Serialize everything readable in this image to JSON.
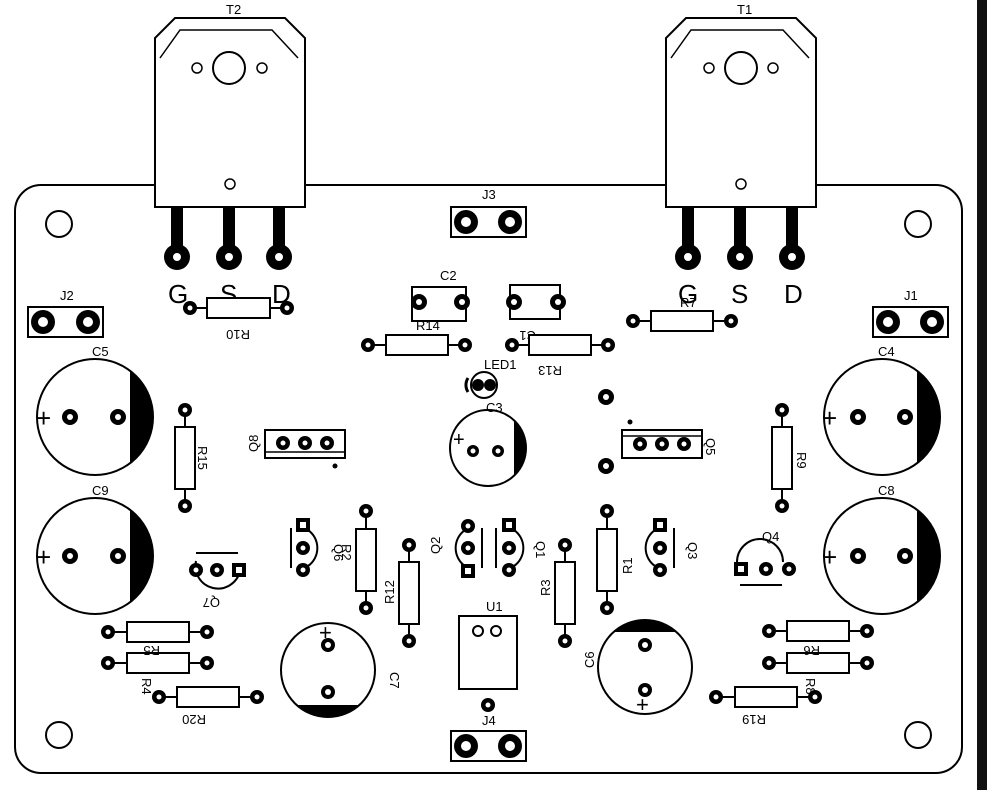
{
  "labels": {
    "T2": "T2",
    "T1": "T1",
    "J3": "J3",
    "J2": "J2",
    "J1": "J1",
    "J4": "J4",
    "C2": "C2",
    "C1": "C1",
    "C3": "C3",
    "C4": "C4",
    "C5": "C5",
    "C6": "C6",
    "C7": "C7",
    "C8": "C8",
    "C9": "C9",
    "R1": "R1",
    "R2": "R2",
    "R3": "R3",
    "R4": "R4",
    "R5": "R5",
    "R6": "R6",
    "R7": "R7",
    "R8": "R8",
    "R9": "R9",
    "R10": "R10",
    "R12": "R12",
    "R13": "R13",
    "R14": "R14",
    "R15": "R15",
    "R19": "R19",
    "R20": "R20",
    "Q1": "Q1",
    "Q2": "Q2",
    "Q3": "Q3",
    "Q4": "Q4",
    "Q5": "Q5",
    "Q6": "Q6",
    "Q7": "Q7",
    "Q8": "Q8",
    "U1": "U1",
    "LED1": "LED1",
    "gate": "G",
    "source": "S",
    "drain": "D"
  },
  "colors": {
    "ink": "#000000",
    "paper": "#ffffff",
    "band": "#111111"
  }
}
